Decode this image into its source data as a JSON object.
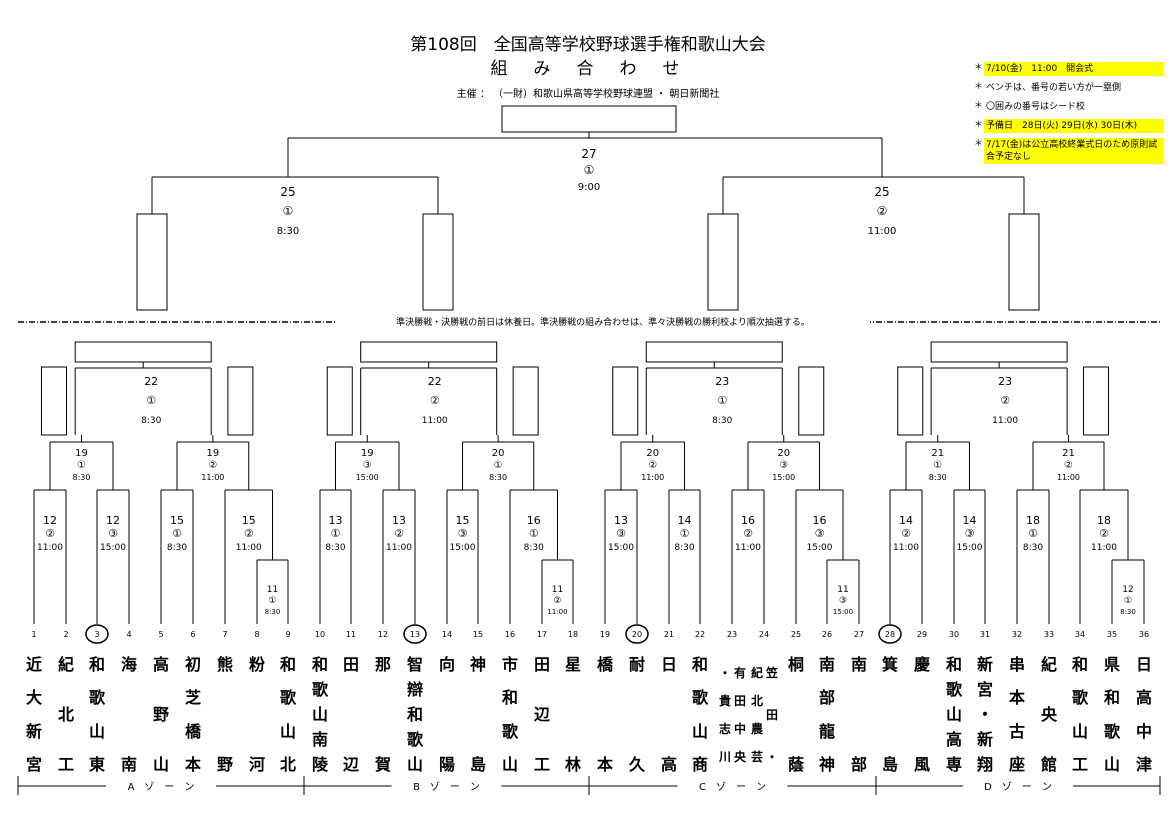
{
  "header": {
    "title": "第108回　全国高等学校野球選手権和歌山大会",
    "subtitle": "組み合わせ",
    "organizer": "主催 ： （一財）和歌山県高等学校野球連盟 ・ 朝日新聞社"
  },
  "notes": [
    {
      "text": "7/10(金)　11:00　開会式",
      "highlight": true
    },
    {
      "text": "ベンチは、番号の若い方が一塁側",
      "highlight": false
    },
    {
      "text": "〇囲みの番号はシード校",
      "highlight": false
    },
    {
      "text": "予備日　28日(火) 29日(水) 30日(木)",
      "highlight": true
    },
    {
      "text": "7/17(金)は公立高校終業式日のため原則試合予定なし",
      "highlight": true
    }
  ],
  "divider_text": "準決勝戦・決勝戦の前日は休養日。準決勝戦の組み合わせは、準々決勝戦の勝利校より順次抽選する。",
  "final": {
    "day": "27",
    "game": "①",
    "time": "9:00"
  },
  "semis": [
    {
      "day": "25",
      "game": "①",
      "time": "8:30"
    },
    {
      "day": "25",
      "game": "②",
      "time": "11:00"
    }
  ],
  "quarters": [
    {
      "day": "22",
      "game": "①",
      "time": "8:30"
    },
    {
      "day": "22",
      "game": "②",
      "time": "11:00"
    },
    {
      "day": "23",
      "game": "①",
      "time": "8:30"
    },
    {
      "day": "23",
      "game": "②",
      "time": "11:00"
    }
  ],
  "round3": [
    {
      "day": "19",
      "game": "①",
      "time": "8:30"
    },
    {
      "day": "19",
      "game": "②",
      "time": "11:00"
    },
    {
      "day": "19",
      "game": "③",
      "time": "15:00"
    },
    {
      "day": "20",
      "game": "①",
      "time": "8:30"
    },
    {
      "day": "20",
      "game": "②",
      "time": "11:00"
    },
    {
      "day": "20",
      "game": "③",
      "time": "15:00"
    },
    {
      "day": "21",
      "game": "①",
      "time": "8:30"
    },
    {
      "day": "21",
      "game": "②",
      "time": "11:00"
    }
  ],
  "round2": [
    {
      "day": "12",
      "game": "②",
      "time": "11:00"
    },
    {
      "day": "12",
      "game": "③",
      "time": "15:00"
    },
    {
      "day": "15",
      "game": "①",
      "time": "8:30"
    },
    {
      "day": "15",
      "game": "②",
      "time": "11:00"
    },
    {
      "day": "13",
      "game": "①",
      "time": "8:30"
    },
    {
      "day": "13",
      "game": "②",
      "time": "11:00"
    },
    {
      "day": "15",
      "game": "③",
      "time": "15:00"
    },
    {
      "day": "16",
      "game": "①",
      "time": "8:30"
    },
    {
      "day": "13",
      "game": "③",
      "time": "15:00"
    },
    {
      "day": "14",
      "game": "①",
      "time": "8:30"
    },
    {
      "day": "16",
      "game": "②",
      "time": "11:00"
    },
    {
      "day": "16",
      "game": "③",
      "time": "15:00"
    },
    {
      "day": "14",
      "game": "②",
      "time": "11:00"
    },
    {
      "day": "14",
      "game": "③",
      "time": "15:00"
    },
    {
      "day": "18",
      "game": "①",
      "time": "8:30"
    },
    {
      "day": "18",
      "game": "②",
      "time": "11:00"
    }
  ],
  "round1": [
    {
      "day": "11",
      "game": "①",
      "time": "8:30"
    },
    {
      "day": "11",
      "game": "②",
      "time": "11:00"
    },
    {
      "day": "11",
      "game": "③",
      "time": "15:00"
    },
    {
      "day": "12",
      "game": "①",
      "time": "8:30"
    }
  ],
  "teams": [
    {
      "num": "1",
      "name": "近大新宮",
      "seed": false
    },
    {
      "num": "2",
      "name": "紀北工",
      "seed": false
    },
    {
      "num": "3",
      "name": "和歌山東",
      "seed": true
    },
    {
      "num": "4",
      "name": "海南",
      "seed": false
    },
    {
      "num": "5",
      "name": "高野山",
      "seed": false
    },
    {
      "num": "6",
      "name": "初芝橋本",
      "seed": false
    },
    {
      "num": "7",
      "name": "熊野",
      "seed": false
    },
    {
      "num": "8",
      "name": "粉河",
      "seed": false
    },
    {
      "num": "9",
      "name": "和歌山北",
      "seed": false
    },
    {
      "num": "10",
      "name": "和歌山南陵",
      "seed": false
    },
    {
      "num": "11",
      "name": "田辺",
      "seed": false
    },
    {
      "num": "12",
      "name": "那賀",
      "seed": false
    },
    {
      "num": "13",
      "name": "智辯和歌山",
      "seed": true
    },
    {
      "num": "14",
      "name": "向陽",
      "seed": false
    },
    {
      "num": "15",
      "name": "神島",
      "seed": false
    },
    {
      "num": "16",
      "name": "市和歌山",
      "seed": false
    },
    {
      "num": "17",
      "name": "田辺工",
      "seed": false
    },
    {
      "num": "18",
      "name": "星林",
      "seed": false
    },
    {
      "num": "19",
      "name": "橋本",
      "seed": false
    },
    {
      "num": "20",
      "name": "耐久",
      "seed": true
    },
    {
      "num": "21",
      "name": "日高",
      "seed": false
    },
    {
      "num": "22",
      "name": "和歌山商",
      "seed": false
    },
    {
      "num": "23",
      "name": "・貴志川",
      "seed": false
    },
    {
      "num": "23b",
      "name": "有田中央",
      "seed": false
    },
    {
      "num": "24",
      "name": "紀北農芸",
      "seed": false
    },
    {
      "num": "24b",
      "name": "笠田・",
      "seed": false
    },
    {
      "num": "25",
      "name": "桐蔭",
      "seed": false
    },
    {
      "num": "26",
      "name": "南部龍神",
      "seed": false
    },
    {
      "num": "27",
      "name": "南部",
      "seed": false
    },
    {
      "num": "28",
      "name": "箕島",
      "seed": true
    },
    {
      "num": "29",
      "name": "慶風",
      "seed": false
    },
    {
      "num": "30",
      "name": "和歌山高専",
      "seed": false
    },
    {
      "num": "31",
      "name": "新宮・新翔",
      "seed": false
    },
    {
      "num": "32",
      "name": "串本古座",
      "seed": false
    },
    {
      "num": "33",
      "name": "紀央館",
      "seed": false
    },
    {
      "num": "34",
      "name": "和歌山工",
      "seed": false
    },
    {
      "num": "35",
      "name": "県和歌山",
      "seed": false
    },
    {
      "num": "36",
      "name": "日高中津",
      "seed": false
    }
  ],
  "zones": [
    "Aゾーン",
    "Bゾーン",
    "Cゾーン",
    "Dゾーン"
  ]
}
